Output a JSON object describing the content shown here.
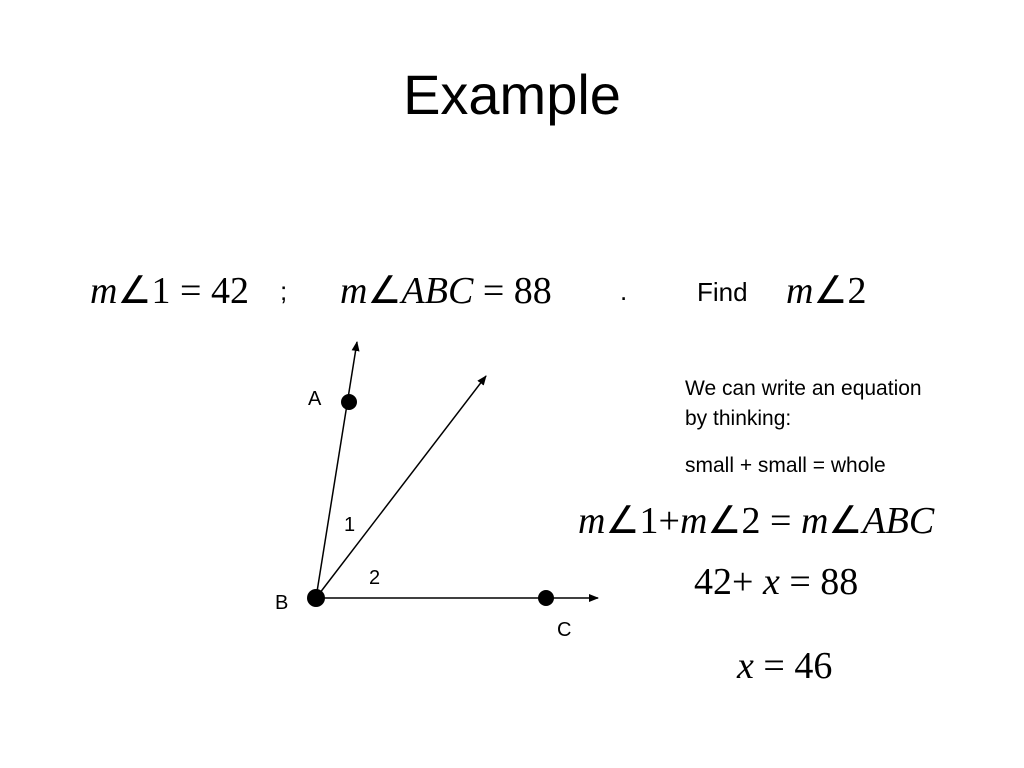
{
  "title": "Example",
  "given": {
    "m1": "m",
    "angle1_num": "1",
    "eq1": "=",
    "val1": "42",
    "sep": ";",
    "m2": "m",
    "abc": "ABC",
    "eq2": "=",
    "val2": "88",
    "period": ".",
    "find": "Find",
    "m3": "m",
    "angle2_num": "2",
    "angle_symbol": "∠"
  },
  "notes": {
    "line1": "We can write an equation",
    "line2": "by thinking:",
    "rule": "small + small = whole"
  },
  "equations": {
    "eq1": {
      "m_a": "m",
      "n1": "1",
      "plus": "+",
      "m_b": "m",
      "n2": "2",
      "eq": "=",
      "m_c": "m",
      "abc": "ABC"
    },
    "eq2": {
      "a": "42",
      "plus": "+",
      "x": "x",
      "eq": "=",
      "b": "88"
    },
    "eq3": {
      "x": "x",
      "eq": "=",
      "v": "46"
    }
  },
  "diagram": {
    "point_A": "A",
    "point_B": "B",
    "point_C": "C",
    "angle_1": "1",
    "angle_2": "2"
  }
}
